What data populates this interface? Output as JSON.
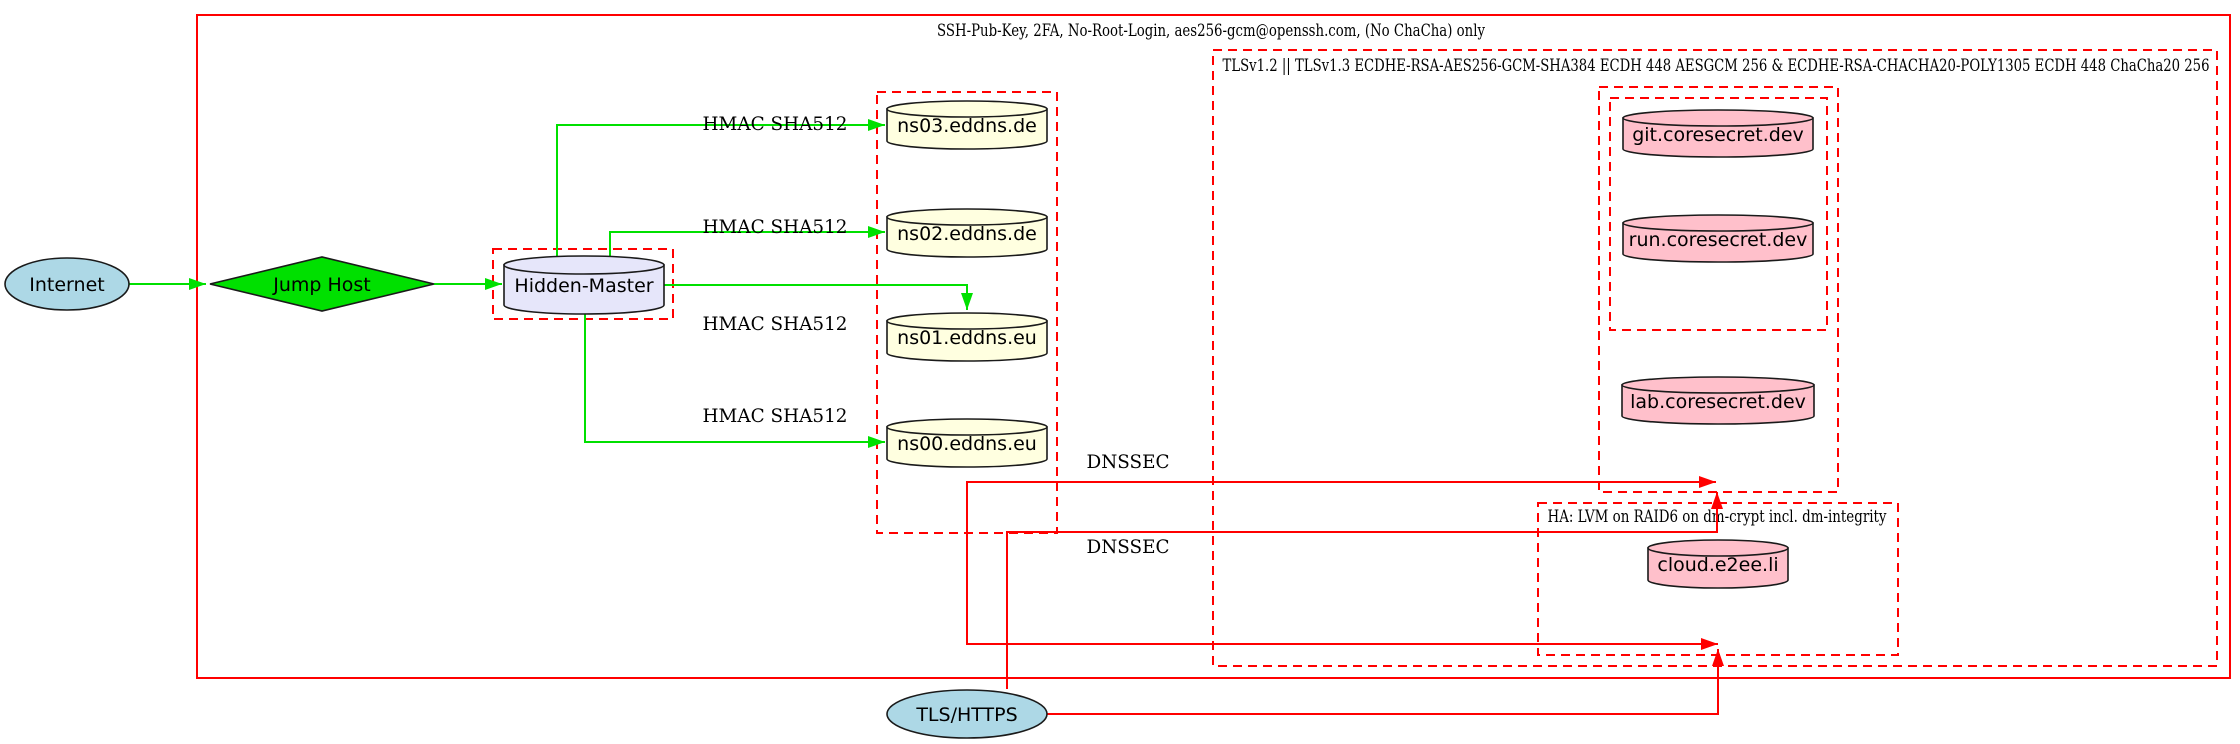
{
  "diagram": {
    "clusters": {
      "ssh": {
        "label": "SSH-Pub-Key, 2FA, No-Root-Login, aes256-gcm@openssh.com, (No ChaCha) only",
        "border_style": "solid"
      },
      "tls": {
        "label": "TLSv1.2 || TLSv1.3 ECDHE-RSA-AES256-GCM-SHA384 ECDH 448 AESGCM 256 & ECDHE-RSA-CHACHA20-POLY1305 ECDH 448 ChaCha20 256",
        "border_style": "dashed"
      },
      "eddns": {
        "label": "",
        "border_style": "dashed"
      },
      "coresecret_outer": {
        "label": "",
        "border_style": "dashed"
      },
      "coresecret_inner": {
        "label": "",
        "border_style": "dashed"
      },
      "ha": {
        "label": "HA: LVM on RAID6 on dm-crypt incl. dm-integrity",
        "border_style": "dashed"
      },
      "hidden_master_box": {
        "label": "",
        "border_style": "dashed"
      }
    },
    "nodes": {
      "internet": {
        "label": "Internet",
        "fill": "#ADD8E6",
        "shape": "ellipse"
      },
      "jump_host": {
        "label": "Jump Host",
        "fill": "#00E000",
        "shape": "diamond"
      },
      "hidden_master": {
        "label": "Hidden-Master",
        "fill": "#E6E6FA",
        "shape": "cylinder"
      },
      "ns03": {
        "label": "ns03.eddns.de",
        "fill": "#FFFFE0",
        "shape": "cylinder"
      },
      "ns02": {
        "label": "ns02.eddns.de",
        "fill": "#FFFFE0",
        "shape": "cylinder"
      },
      "ns01": {
        "label": "ns01.eddns.eu",
        "fill": "#FFFFE0",
        "shape": "cylinder"
      },
      "ns00": {
        "label": "ns00.eddns.eu",
        "fill": "#FFFFE0",
        "shape": "cylinder"
      },
      "git": {
        "label": "git.coresecret.dev",
        "fill": "#FFC0CB",
        "shape": "cylinder"
      },
      "run": {
        "label": "run.coresecret.dev",
        "fill": "#FFC0CB",
        "shape": "cylinder"
      },
      "lab": {
        "label": "lab.coresecret.dev",
        "fill": "#FFC0CB",
        "shape": "cylinder"
      },
      "cloud": {
        "label": "cloud.e2ee.li",
        "fill": "#FFC0CB",
        "shape": "cylinder"
      },
      "tls_https": {
        "label": "TLS/HTTPS",
        "fill": "#ADD8E6",
        "shape": "ellipse"
      }
    },
    "edge_labels": {
      "hmac_ns03": "HMAC SHA512",
      "hmac_ns02": "HMAC SHA512",
      "hmac_ns01": "HMAC SHA512",
      "hmac_ns00": "HMAC SHA512",
      "dnssec_upper": "DNSSEC",
      "dnssec_lower": "DNSSEC"
    },
    "colors": {
      "cluster_border": "#FF0000",
      "edge_green": "#00E000",
      "edge_red": "#FF0000",
      "node_stroke": "#1A1A1A"
    }
  }
}
